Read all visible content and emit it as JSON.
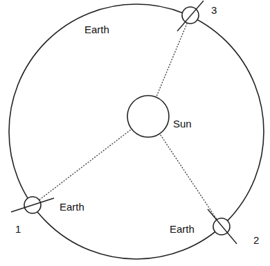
{
  "diagram": {
    "labels": [
      "Earth",
      "Sun",
      "Earth",
      "Earth",
      "3",
      "1",
      "2"
    ]
  }
}
